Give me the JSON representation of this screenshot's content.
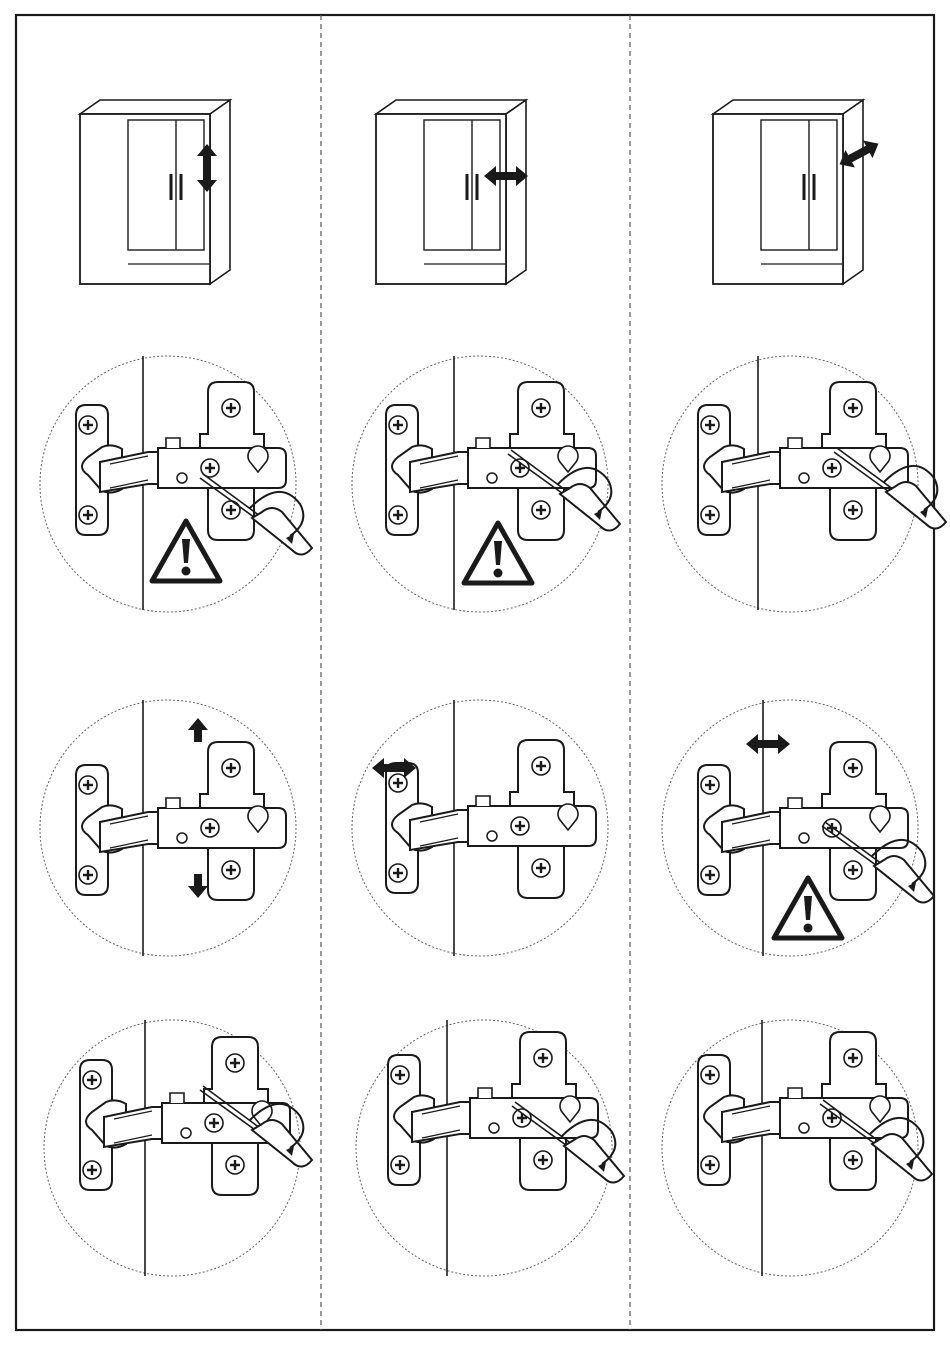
{
  "colors": {
    "ink": "#1a1a1a",
    "paper": "#ffffff",
    "guide": "#555555"
  },
  "columns": [
    {
      "adjustment": "vertical",
      "cabinet_arrow": "up-down-double-arrow-icon",
      "steps": [
        {
          "tool": "screwdriver-turning",
          "target": "lower-mount-screw",
          "warning": true,
          "motion": "none"
        },
        {
          "tool": "none",
          "target": "none",
          "warning": false,
          "motion": "up-down-arrows-icon"
        },
        {
          "tool": "screwdriver-tightening",
          "target": "lower-mount-screw",
          "warning": false,
          "motion": "none"
        }
      ]
    },
    {
      "adjustment": "side",
      "cabinet_arrow": "left-right-double-arrow-icon",
      "steps": [
        {
          "tool": "screwdriver-turning",
          "target": "side-adjust-screw",
          "warning": true,
          "motion": "none"
        },
        {
          "tool": "none",
          "target": "none",
          "warning": false,
          "motion": "left-right-arrow-icon"
        },
        {
          "tool": "screwdriver-tightening",
          "target": "side-adjust-screw",
          "warning": false,
          "motion": "none"
        }
      ]
    },
    {
      "adjustment": "depth",
      "cabinet_arrow": "diagonal-double-arrow-icon",
      "steps": [
        {
          "tool": "screwdriver-turning",
          "target": "depth-adjust-screw",
          "warning": false,
          "motion": "none"
        },
        {
          "tool": "screwdriver-turning",
          "target": "depth-adjust-screw",
          "warning": true,
          "motion": "left-right-arrow-icon"
        },
        {
          "tool": "screwdriver-tightening",
          "target": "depth-adjust-screw",
          "warning": false,
          "motion": "none"
        }
      ]
    }
  ]
}
